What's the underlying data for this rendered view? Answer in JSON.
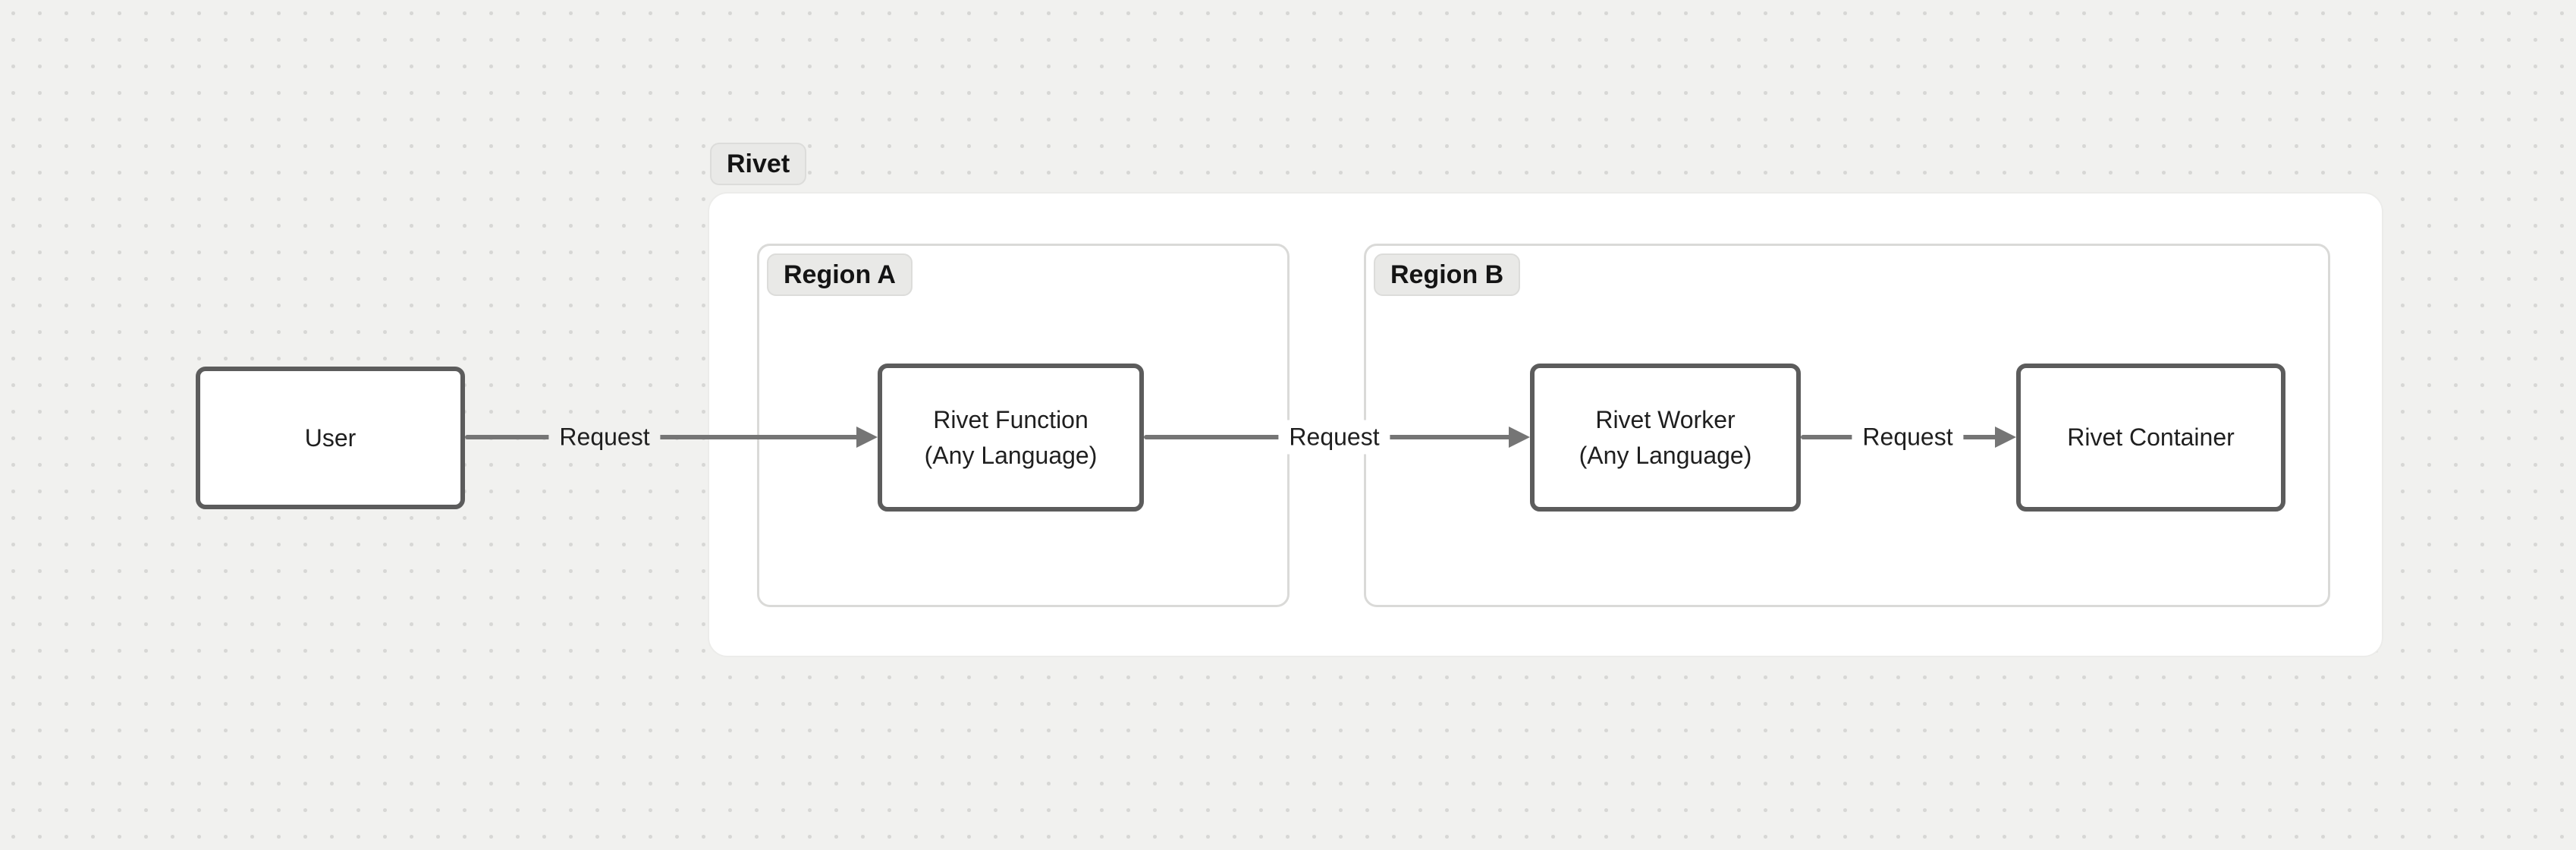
{
  "diagram": {
    "group": {
      "label": "Rivet"
    },
    "regions": [
      {
        "label": "Region A"
      },
      {
        "label": "Region B"
      }
    ],
    "nodes": {
      "user": {
        "label": "User"
      },
      "function": {
        "line1": "Rivet Function",
        "line2": "(Any Language)"
      },
      "worker": {
        "line1": "Rivet Worker",
        "line2": "(Any Language)"
      },
      "container": {
        "label": "Rivet Container"
      }
    },
    "edges": [
      {
        "label": "Request"
      },
      {
        "label": "Request"
      },
      {
        "label": "Request"
      }
    ]
  },
  "colors": {
    "background": "#f1f1ef",
    "dot_grid": "#d7d7d5",
    "node_border": "#5c5c5c",
    "edge": "#757575",
    "badge_bg": "#e9e9e7",
    "region_border": "#dadad8",
    "group_bg": "#ffffff"
  }
}
